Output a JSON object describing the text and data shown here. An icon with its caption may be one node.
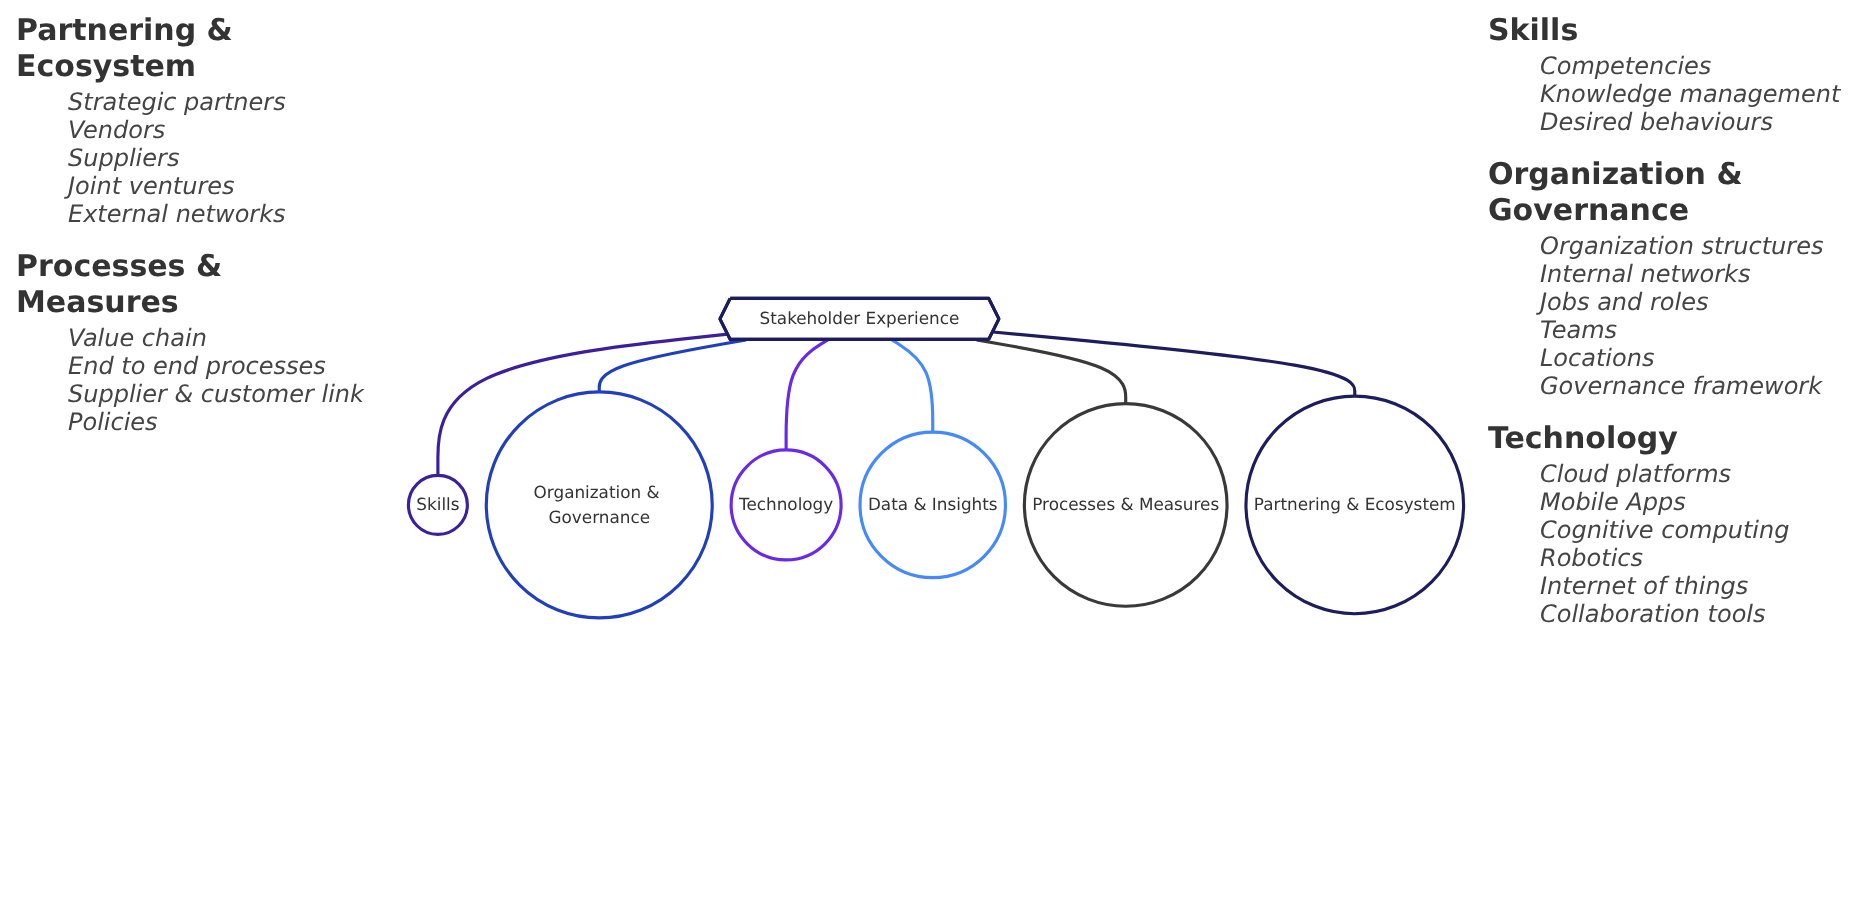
{
  "diagram": {
    "nodes": [
      {
        "text": [
          "Stakeholder Experience"
        ]
      },
      {
        "text": [
          "Skills"
        ]
      },
      {
        "text": [
          "Organization & Governance"
        ]
      },
      {
        "text": [
          "Technology"
        ]
      },
      {
        "text": [
          "Data & Insights"
        ]
      },
      {
        "text": [
          "Processes & Measures"
        ]
      },
      {
        "text": [
          "Partnering & Ecosystem"
        ]
      }
    ],
    "edges": [
      {
        "from": 0,
        "to": 1,
        "arrow": "none",
        "color": "#3b1f9e"
      },
      {
        "from": 0,
        "to": 2,
        "arrow": "none",
        "color": "#1f3fbf"
      },
      {
        "from": 0,
        "to": 3,
        "arrow": "none",
        "color": "#6929e8"
      },
      {
        "from": 0,
        "to": 4,
        "arrow": "none",
        "color": "#4589ff"
      },
      {
        "from": 0,
        "to": 5,
        "arrow": "none",
        "color": "#393939"
      },
      {
        "from": 0,
        "to": 6,
        "arrow": "none",
        "color": "#1c1c5e"
      }
    ],
    "labels": [
      "Partnering & Ecosystem",
      "Strategic partners",
      "Vendors",
      "Suppliers",
      "Joint ventures",
      "External networks",
      "Skills",
      "Competencies",
      "Knowledge management",
      "Desired behaviours",
      "Organization & Governance",
      "Organization structures",
      "Internal networks",
      "Jobs and roles",
      "Teams",
      "Locations",
      "Governance framework",
      "Processes & Measures",
      "Value chain",
      "End to end processes",
      "Supplier & customer link",
      "Policies",
      "Technology",
      "Cloud platforms",
      "Mobile Apps",
      "Cognitive computing",
      "Robotics",
      "Internet of things",
      "Collaboration tools"
    ]
  }
}
